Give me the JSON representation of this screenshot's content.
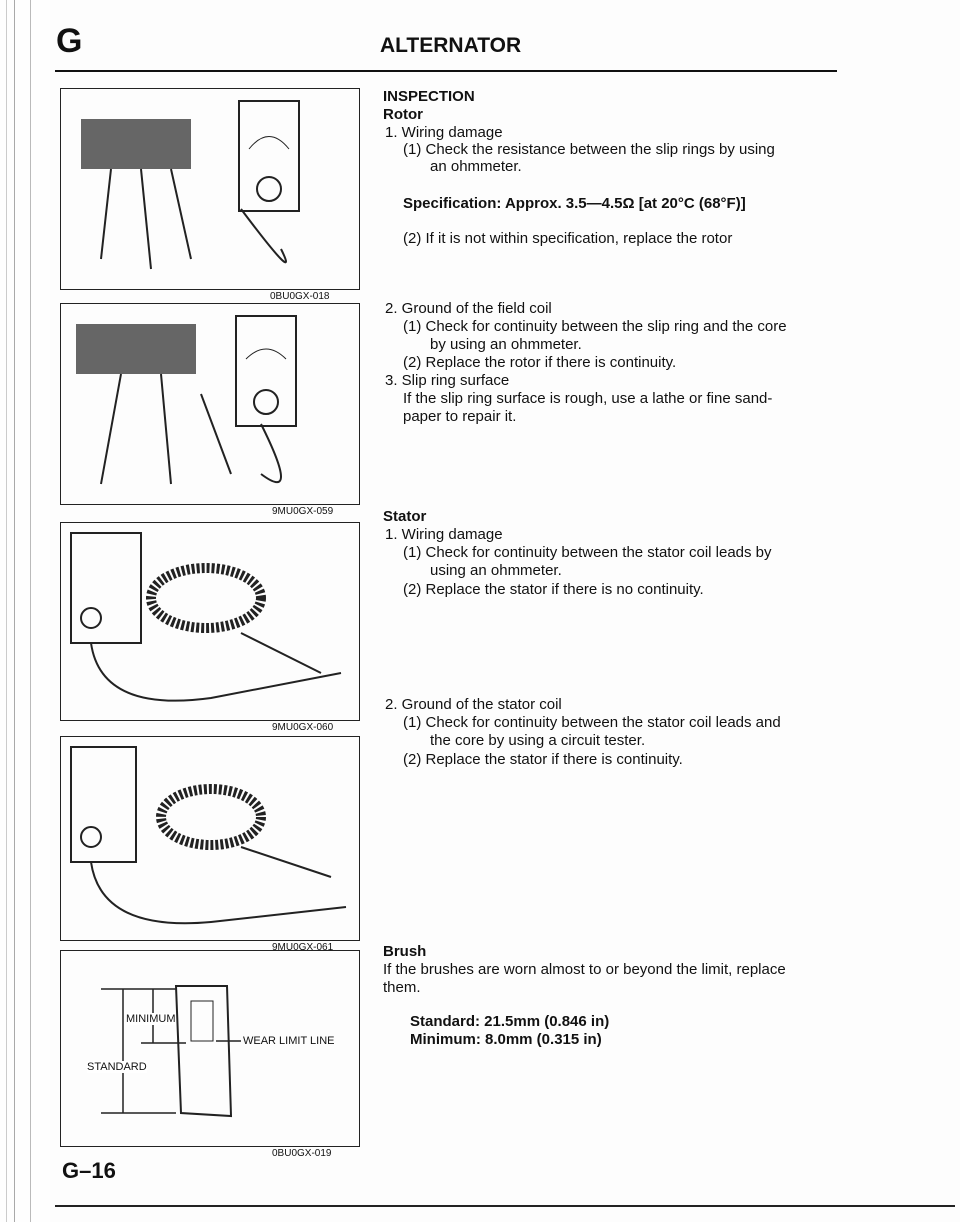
{
  "header": {
    "section_letter": "G",
    "title": "ALTERNATOR"
  },
  "figures": [
    {
      "code": "0BU0GX-018"
    },
    {
      "code": "9MU0GX-059"
    },
    {
      "code": "9MU0GX-060"
    },
    {
      "code": "9MU0GX-061"
    },
    {
      "code": "0BU0GX-019",
      "labels": {
        "minimum": "MINIMUM",
        "standard": "STANDARD",
        "wear_limit": "WEAR LIMIT LINE"
      }
    }
  ],
  "rotor": {
    "heading": "INSPECTION",
    "sub": "Rotor",
    "l1": "1. Wiring damage",
    "l2": "(1) Check the resistance between the slip rings by using",
    "l3": "an ohmmeter.",
    "spec": "Specification: Approx. 3.5—4.5Ω [at 20°C (68°F)]",
    "l4": "(2) If it is not within specification, replace the rotor",
    "l5": "2. Ground of the field coil",
    "l6": "(1) Check for continuity between the slip ring and the core",
    "l7": "by using an ohmmeter.",
    "l8": "(2) Replace the rotor if there is continuity.",
    "l9": "3. Slip ring surface",
    "l10": "If the slip ring surface is rough, use a lathe or fine sand-",
    "l11": "paper to repair it."
  },
  "stator": {
    "sub": "Stator",
    "l1": "1. Wiring damage",
    "l2": "(1) Check for continuity between the stator coil leads by",
    "l3": "using an ohmmeter.",
    "l4": "(2) Replace the stator if there is no continuity.",
    "l5": "2. Ground of the stator coil",
    "l6": "(1) Check for continuity between the stator coil leads and",
    "l7": "the core by using a circuit tester.",
    "l8": "(2) Replace the stator if there is continuity."
  },
  "brush": {
    "sub": "Brush",
    "l1": "If the brushes are worn almost to or beyond the limit, replace",
    "l2": "them.",
    "standard": "Standard: 21.5mm (0.846 in)",
    "minimum": "Minimum: 8.0mm (0.315 in)"
  },
  "footer": {
    "page_number": "G–16"
  }
}
